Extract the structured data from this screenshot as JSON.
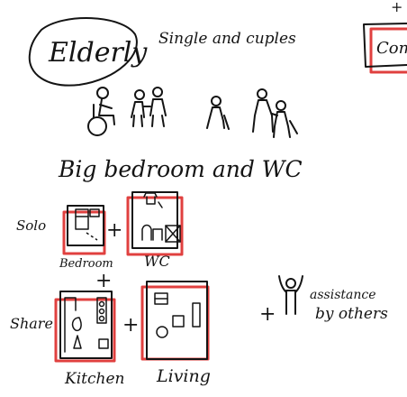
{
  "header": {
    "group_label": "Elderly",
    "subtitle": "Single and cuples",
    "corner_label": "Com",
    "corner_plus": "+"
  },
  "requirements": {
    "title": "Big bedroom and WC"
  },
  "solo": {
    "label": "Solo",
    "room_a": "Bedroom",
    "room_b": "WC",
    "plus": "+"
  },
  "shared": {
    "label": "Share",
    "room_a": "Kitchen",
    "room_b": "Living",
    "plus": "+"
  },
  "assistance": {
    "label_line1": "assistance",
    "label_line2": "by others",
    "plus": "+"
  },
  "colors": {
    "ink": "#141414",
    "accent_red": "#e0403f",
    "background": "#ffffff"
  },
  "icons": [
    "wheelchair-person-icon",
    "couple-icon",
    "person-with-cane-icon",
    "caregiver-assisting-icon",
    "person-arms-raised-icon"
  ]
}
